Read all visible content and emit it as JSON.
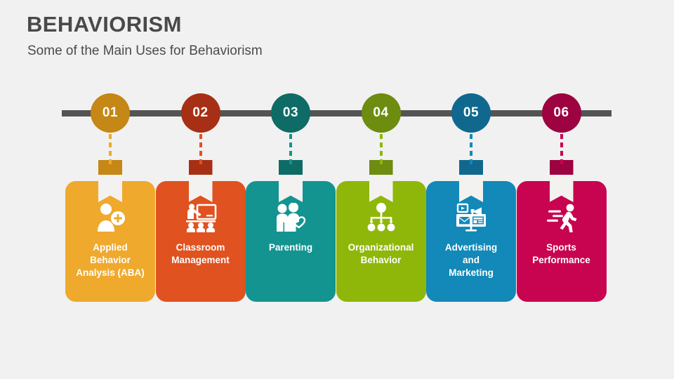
{
  "header": {
    "title": "BEHAVIORISM",
    "subtitle": "Some of the Main Uses for Behaviorism"
  },
  "theme": {
    "background": "#f1f1f1",
    "timeline_bar_color": "#545454",
    "title_color": "#494949",
    "ribbon_light_color": "#f3f2f0",
    "label_color": "#ffffff"
  },
  "timeline": {
    "items": [
      {
        "number": "01",
        "label": "Applied Behavior Analysis (ABA)",
        "label_lines": [
          "Applied",
          "Behavior",
          "Analysis (ABA)"
        ],
        "icon": "person-plus-icon",
        "node_color": "#c58715",
        "card_color": "#efa92d",
        "ribbon_color": "#c58715"
      },
      {
        "number": "02",
        "label": "Classroom Management",
        "label_lines": [
          "Classroom",
          "Management"
        ],
        "icon": "teacher-whiteboard-icon",
        "node_color": "#a62f15",
        "card_color": "#e0521f",
        "ribbon_color": "#a62f15"
      },
      {
        "number": "03",
        "label": "Parenting",
        "label_lines": [
          "Parenting"
        ],
        "icon": "parent-child-heart-icon",
        "node_color": "#0f6b66",
        "card_color": "#139490",
        "ribbon_color": "#0f6b66"
      },
      {
        "number": "04",
        "label": "Organizational Behavior",
        "label_lines": [
          "Organizational",
          "Behavior"
        ],
        "icon": "org-chart-icon",
        "node_color": "#6d8c10",
        "card_color": "#8fb709",
        "ribbon_color": "#6d8c10"
      },
      {
        "number": "05",
        "label": "Advertising and Marketing",
        "label_lines": [
          "Advertising",
          "and",
          "Marketing"
        ],
        "icon": "marketing-monitor-icon",
        "node_color": "#10688f",
        "card_color": "#1289b8",
        "ribbon_color": "#10688f"
      },
      {
        "number": "06",
        "label": "Sports Performance",
        "label_lines": [
          "Sports",
          "Performance"
        ],
        "icon": "running-person-icon",
        "node_color": "#9c0340",
        "card_color": "#c80450",
        "ribbon_color": "#9c0340"
      }
    ]
  }
}
